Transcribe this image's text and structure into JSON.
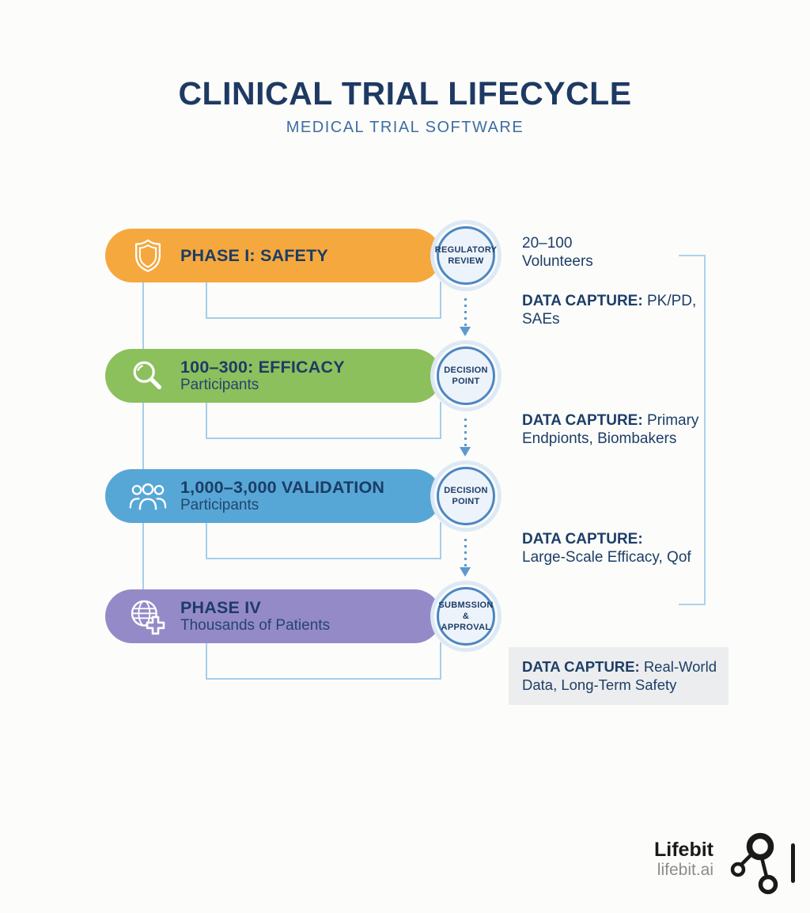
{
  "header": {
    "title": "CLINICAL TRIAL LIFECYCLE",
    "subtitle": "MEDICAL TRIAL SOFTWARE"
  },
  "colors": {
    "phase1_orange": "#f5a83e",
    "phase2_green": "#8bc05c",
    "phase3_blue": "#57a7d6",
    "phase4_purple": "#958ac8",
    "navy_text": "#1c3c66",
    "badge_ring": "#4d87c0",
    "badge_fill": "#edf3fa",
    "connector_blue": "#a6ceea",
    "arrow_blue": "#5d99d0",
    "capture_box_gray": "#ecedee"
  },
  "phases": [
    {
      "title": "PHASE I: SAFETY",
      "subtitle": "",
      "icon": "shield-icon",
      "badge_line1": "REGULATORY",
      "badge_line2": "REVIEW"
    },
    {
      "title": "100–300: EFFICACY",
      "subtitle": "Participants",
      "icon": "magnifier-icon",
      "badge_line1": "DECISION",
      "badge_line2": "POINT"
    },
    {
      "title": "1,000–3,000 VALIDATION",
      "subtitle": "Participants",
      "icon": "people-icon",
      "badge_line1": "DECISION",
      "badge_line2": "POINT"
    },
    {
      "title": "PHASE IV",
      "subtitle": "Thousands of Patients",
      "icon": "globe-cross-icon",
      "badge_line1": "SUBMSSION",
      "badge_line2": "& APPROVAL"
    }
  ],
  "annotations": {
    "volunteers_line1": "20–100",
    "volunteers_line2": "Volunteers",
    "capture1_label": "DATA CAPTURE:",
    "capture1_text": "PK/PD, SAEs",
    "capture2_label": "DATA CAPTURE:",
    "capture2_text": "Primary Endpionts, Biombakers",
    "capture3_label": "DATA CAPTURE:",
    "capture3_text": "Large-Scale Efficacy, Qof",
    "capture4_label": "DATA CAPTURE:",
    "capture4_text": "Real-World Data, Long-Term Safety"
  },
  "logo": {
    "name": "Lifebit",
    "domain": "lifebit.ai"
  }
}
